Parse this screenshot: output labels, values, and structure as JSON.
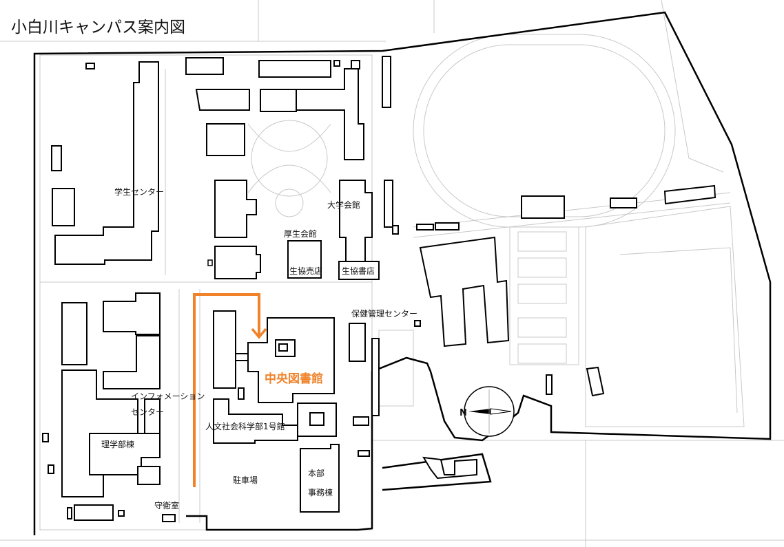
{
  "map": {
    "title": "小白川キャンパス案内図",
    "labels": {
      "student_center": "学生センター",
      "univ_hall": "大学会館",
      "welfare_hall": "厚生会館",
      "coop_store": "生協売店",
      "coop_bookstore": "生協書店",
      "health_center": "保健管理センター",
      "central_library": "中央図書館",
      "information_center_1": "インフォメーション",
      "information_center_2": "センター",
      "humanities_bldg": "人文社会科学部1号館",
      "science_bldg": "理学部棟",
      "parking": "駐車場",
      "admin_1": "本部",
      "admin_2": "事務棟",
      "guardroom": "守衛室",
      "compass_n": "N"
    },
    "route_color": "#f0822a"
  }
}
